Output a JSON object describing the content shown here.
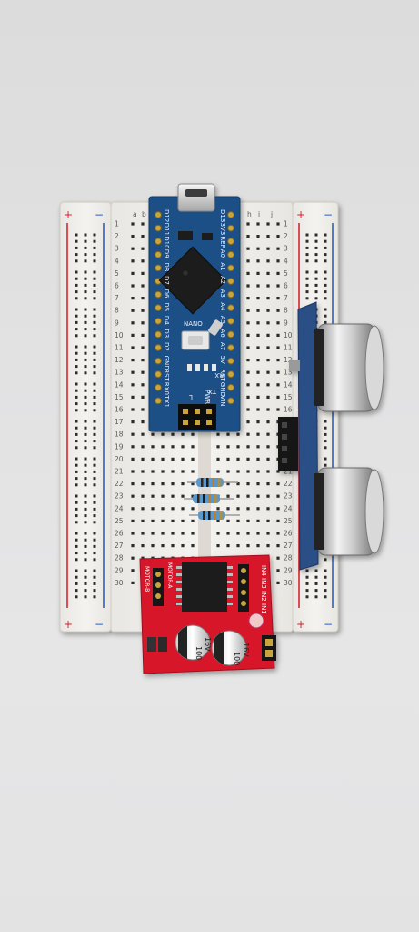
{
  "breadboard": {
    "row_numbers": [
      "1",
      "2",
      "3",
      "4",
      "5",
      "6",
      "7",
      "8",
      "9",
      "10",
      "11",
      "12",
      "13",
      "14",
      "15",
      "16",
      "17",
      "18",
      "19",
      "20",
      "21",
      "22",
      "23",
      "24",
      "25",
      "26",
      "27",
      "28",
      "29",
      "30"
    ],
    "column_letters_left": [
      "a",
      "b"
    ],
    "column_letters_right": [
      "h",
      "i",
      "j"
    ],
    "rail_plus": "+",
    "rail_minus": "−",
    "rail_colors": {
      "plus": "#d9242a",
      "minus": "#2a5fc4"
    }
  },
  "arduino_nano": {
    "name": "NANO",
    "tx_label": "TX",
    "rx_label": "RX",
    "l_label": "L",
    "pwr_label": "PWR",
    "pin_labels_left": [
      "D12",
      "D11",
      "D10",
      "D9",
      "D8",
      "D7",
      "D6",
      "D5",
      "D4",
      "D3",
      "D2",
      "GND",
      "RST",
      "RX0",
      "TX1"
    ],
    "pin_labels_right": [
      "D13",
      "3V3",
      "REF",
      "A0",
      "A1",
      "A2",
      "A3",
      "A4",
      "A5",
      "A6",
      "A7",
      "5V",
      "RST",
      "GND",
      "VIN"
    ],
    "board_color": "#1f4f86"
  },
  "motor_driver": {
    "labels_top": [
      "MOTOR-B",
      "MOTOR-A"
    ],
    "inputs": [
      "IN4",
      "IN3",
      "IN2",
      "IN1"
    ],
    "capacitor_1": {
      "value": "100",
      "voltage": "16V"
    },
    "capacitor_2": {
      "value": "100",
      "voltage": "16V"
    },
    "board_color": "#d7182a"
  },
  "resistors": {
    "count": 3
  },
  "ultrasonic_sensor": {
    "transducers": 2
  }
}
